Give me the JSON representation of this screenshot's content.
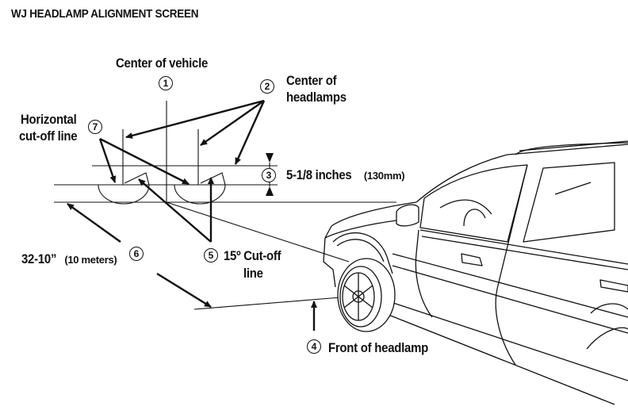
{
  "title": "WJ HEADLAMP ALIGNMENT SCREEN",
  "callouts": {
    "c1": {
      "number": "1",
      "label": "Center of vehicle"
    },
    "c2": {
      "number": "2",
      "label_line1": "Center of",
      "label_line2": "headlamps"
    },
    "c3": {
      "number": "3",
      "label_main": "5-1/8 inches",
      "label_unit": "(130mm)"
    },
    "c4": {
      "number": "4",
      "label": "Front of headlamp"
    },
    "c5": {
      "number": "5",
      "label_line1": "15º Cut-off",
      "label_line2": "line"
    },
    "c6": {
      "number": "6",
      "label_main": "32-10”",
      "label_unit": "(10 meters)"
    },
    "c7": {
      "number": "7",
      "label_line1": "Horizontal",
      "label_line2": "cut-off line"
    }
  },
  "colors": {
    "ink": "#111111",
    "background": "#ffffff"
  }
}
